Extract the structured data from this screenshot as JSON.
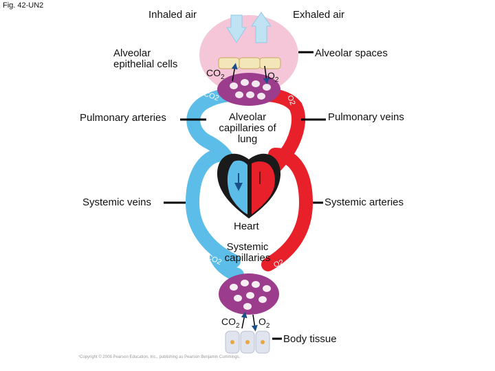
{
  "figure_label": "Fig. 42-UN2",
  "labels": {
    "inhaled_air": "Inhaled air",
    "exhaled_air": "Exhaled air",
    "alveolar_epithelial_cells": [
      "Alveolar",
      "epithelial cells"
    ],
    "alveolar_spaces": "Alveolar spaces",
    "pulmonary_arteries": "Pulmonary arteries",
    "pulmonary_veins": "Pulmonary veins",
    "alveolar_capillaries": [
      "Alveolar",
      "capillaries of",
      "lung"
    ],
    "systemic_veins": "Systemic veins",
    "systemic_arteries": "Systemic arteries",
    "heart": "Heart",
    "systemic_capillaries": [
      "Systemic",
      "capillaries"
    ],
    "body_tissue": "Body tissue"
  },
  "gases": {
    "co2": "CO",
    "o2": "O",
    "subscript": "2"
  },
  "copyright": "Copyright © 2008 Pearson Education, Inc., publishing as Pearson Benjamin Cummings.",
  "colors": {
    "deoxygenated": "#5bbde8",
    "oxygenated": "#e8202a",
    "capillary": "#9b3d8c",
    "alveolus": "#f4c6d8",
    "airflow": "#bfe3f2",
    "heart_dark": "#1a1a1a",
    "tissue": "#dfe4ef"
  }
}
